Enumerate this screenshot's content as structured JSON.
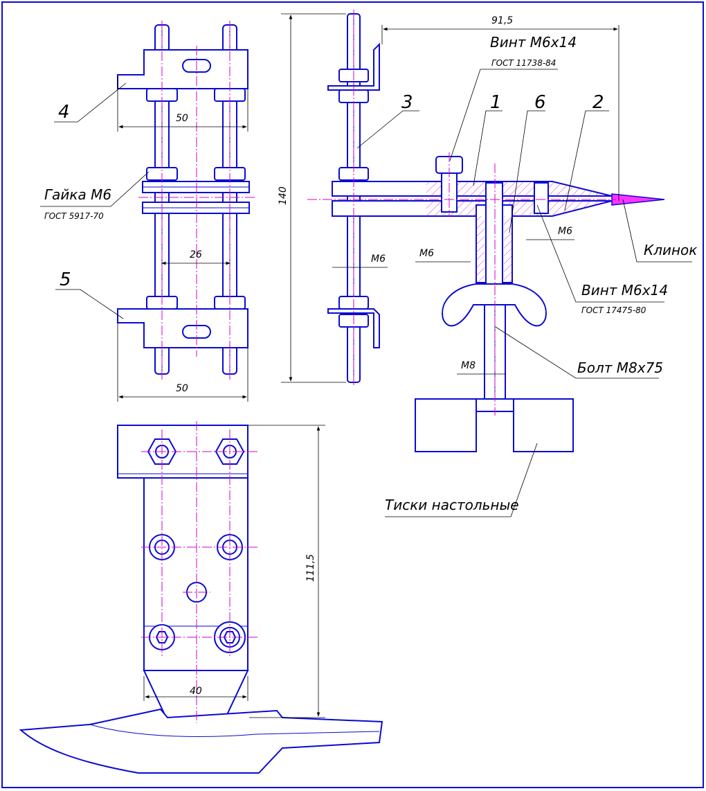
{
  "drawing": {
    "dimensions": {
      "width_top": "50",
      "width_bottom": "50",
      "spacing_26": "26",
      "height_140": "140",
      "length_91_5": "91,5",
      "thread_m6_rod": "M6",
      "thread_m6_screw": "M6",
      "thread_m6_side": "M6",
      "thread_m8": "M8",
      "height_111_5": "111,5",
      "width_40": "40"
    },
    "callouts": {
      "part_1": "1",
      "part_2": "2",
      "part_3": "3",
      "part_4": "4",
      "part_5": "5",
      "part_6": "6",
      "screw_top_name": "Винт М6х14",
      "screw_top_std": "ГОСТ 11738-84",
      "nut_name": "Гайка М6",
      "nut_std": "ГОСТ 5917-70",
      "blade": "Клинок",
      "screw_side_name": "Винт М6х14",
      "screw_side_std": "ГОСТ 17475-80",
      "bolt": "Болт М8х75",
      "vise": "Тиски настольные"
    },
    "colors": {
      "outline": "#0a0ad2",
      "axis": "#d000d0",
      "hatch": "#d000d0",
      "blade_tip": "#ff33ff",
      "text": "#000000"
    }
  }
}
